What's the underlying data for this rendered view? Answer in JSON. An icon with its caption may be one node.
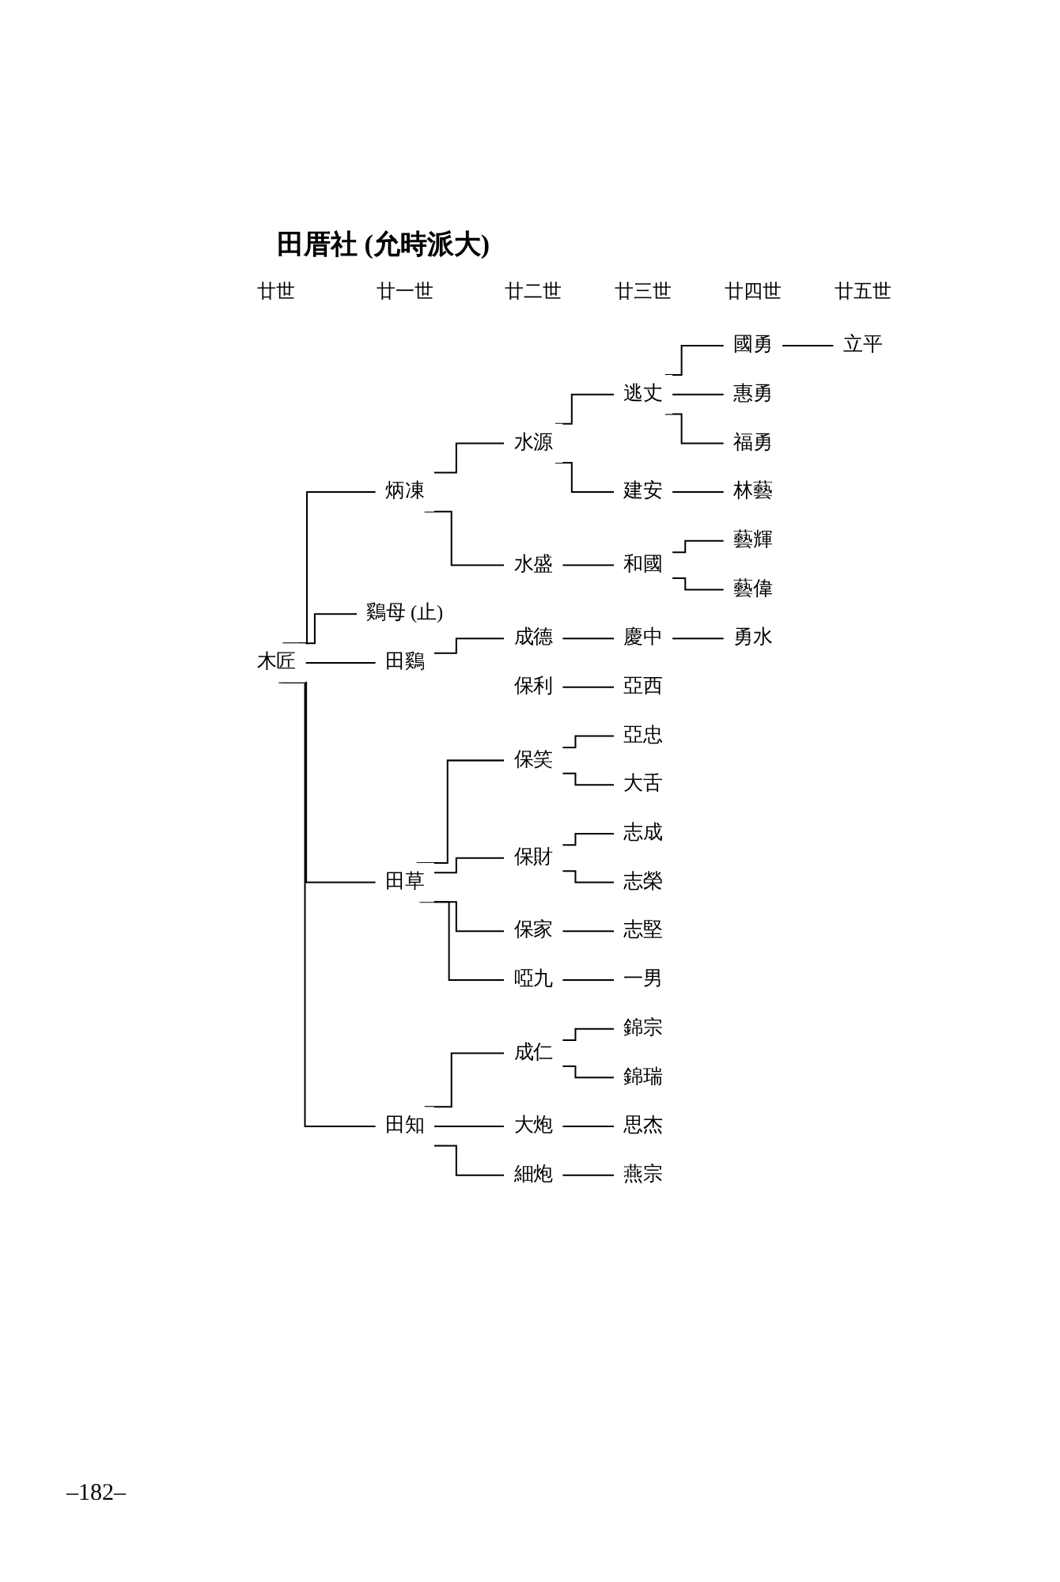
{
  "diagram": {
    "title": "田厝社 (允時派大)",
    "nodes": [
      {
        "text": [
          "木匠"
        ]
      },
      {
        "text": [
          "炳凍"
        ]
      },
      {
        "text": [
          "水源"
        ]
      },
      {
        "text": [
          "逃丈"
        ]
      },
      {
        "text": [
          "國勇"
        ]
      },
      {
        "text": [
          "立平"
        ]
      },
      {
        "text": [
          "惠勇"
        ]
      },
      {
        "text": [
          "福勇"
        ]
      },
      {
        "text": [
          "建安"
        ]
      },
      {
        "text": [
          "林藝"
        ]
      },
      {
        "text": [
          "水盛"
        ]
      },
      {
        "text": [
          "和國"
        ]
      },
      {
        "text": [
          "藝輝"
        ]
      },
      {
        "text": [
          "藝偉"
        ]
      },
      {
        "text": [
          "鷄母 (止)"
        ]
      },
      {
        "text": [
          "田鷄"
        ]
      },
      {
        "text": [
          "成德"
        ]
      },
      {
        "text": [
          "慶中"
        ]
      },
      {
        "text": [
          "勇水"
        ]
      },
      {
        "text": [
          "保利"
        ]
      },
      {
        "text": [
          "亞西"
        ]
      },
      {
        "text": [
          "田草"
        ]
      },
      {
        "text": [
          "保笑"
        ]
      },
      {
        "text": [
          "亞忠"
        ]
      },
      {
        "text": [
          "大舌"
        ]
      },
      {
        "text": [
          "保財"
        ]
      },
      {
        "text": [
          "志成"
        ]
      },
      {
        "text": [
          "志榮"
        ]
      },
      {
        "text": [
          "保家"
        ]
      },
      {
        "text": [
          "志堅"
        ]
      },
      {
        "text": [
          "啞九"
        ]
      },
      {
        "text": [
          "一男"
        ]
      },
      {
        "text": [
          "田知"
        ]
      },
      {
        "text": [
          "成仁"
        ]
      },
      {
        "text": [
          "錦宗"
        ]
      },
      {
        "text": [
          "錦瑞"
        ]
      },
      {
        "text": [
          "大炮"
        ]
      },
      {
        "text": [
          "思杰"
        ]
      },
      {
        "text": [
          "細炮"
        ]
      },
      {
        "text": [
          "燕宗"
        ]
      }
    ],
    "edges": [
      {
        "from": 0,
        "to": 1,
        "arrow": "none"
      },
      {
        "from": 1,
        "to": 2,
        "arrow": "none"
      },
      {
        "from": 2,
        "to": 3,
        "arrow": "none"
      },
      {
        "from": 3,
        "to": 4,
        "arrow": "none"
      },
      {
        "from": 4,
        "to": 5,
        "arrow": "none"
      },
      {
        "from": 3,
        "to": 6,
        "arrow": "none"
      },
      {
        "from": 3,
        "to": 7,
        "arrow": "none"
      },
      {
        "from": 2,
        "to": 8,
        "arrow": "none"
      },
      {
        "from": 8,
        "to": 9,
        "arrow": "none"
      },
      {
        "from": 1,
        "to": 10,
        "arrow": "none"
      },
      {
        "from": 10,
        "to": 11,
        "arrow": "none"
      },
      {
        "from": 11,
        "to": 12,
        "arrow": "none"
      },
      {
        "from": 11,
        "to": 13,
        "arrow": "none"
      },
      {
        "from": 0,
        "to": 14,
        "arrow": "none"
      },
      {
        "from": 0,
        "to": 15,
        "arrow": "none"
      },
      {
        "from": 15,
        "to": 16,
        "arrow": "none"
      },
      {
        "from": 16,
        "to": 17,
        "arrow": "none"
      },
      {
        "from": 17,
        "to": 18,
        "arrow": "none"
      },
      {
        "from": 19,
        "to": 20,
        "arrow": "none"
      },
      {
        "from": 0,
        "to": 21,
        "arrow": "none"
      },
      {
        "from": 21,
        "to": 22,
        "arrow": "none"
      },
      {
        "from": 22,
        "to": 23,
        "arrow": "none"
      },
      {
        "from": 22,
        "to": 24,
        "arrow": "none"
      },
      {
        "from": 21,
        "to": 25,
        "arrow": "none"
      },
      {
        "from": 25,
        "to": 26,
        "arrow": "none"
      },
      {
        "from": 25,
        "to": 27,
        "arrow": "none"
      },
      {
        "from": 21,
        "to": 28,
        "arrow": "none"
      },
      {
        "from": 28,
        "to": 29,
        "arrow": "none"
      },
      {
        "from": 21,
        "to": 30,
        "arrow": "none"
      },
      {
        "from": 30,
        "to": 31,
        "arrow": "none"
      },
      {
        "from": 0,
        "to": 32,
        "arrow": "none"
      },
      {
        "from": 32,
        "to": 33,
        "arrow": "none"
      },
      {
        "from": 33,
        "to": 34,
        "arrow": "none"
      },
      {
        "from": 33,
        "to": 35,
        "arrow": "none"
      },
      {
        "from": 32,
        "to": 36,
        "arrow": "none"
      },
      {
        "from": 36,
        "to": 37,
        "arrow": "none"
      },
      {
        "from": 32,
        "to": 38,
        "arrow": "none"
      },
      {
        "from": 38,
        "to": 39,
        "arrow": "none"
      }
    ],
    "labels": [
      "廿世",
      "廿一世",
      "廿二世",
      "廿三世",
      "廿四世",
      "廿五世",
      "–182–"
    ]
  }
}
